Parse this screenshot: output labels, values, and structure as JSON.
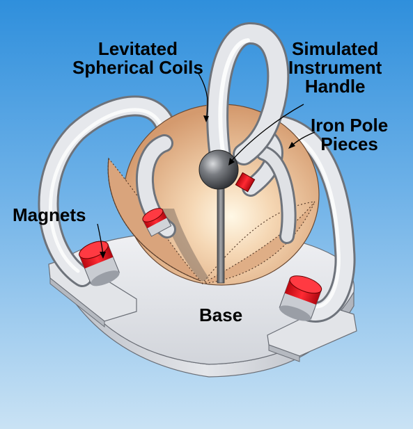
{
  "labels": {
    "coils": [
      "Levitated",
      "Spherical Coils"
    ],
    "handle": [
      "Simulated",
      "Instrument",
      "Handle"
    ],
    "pole": [
      "Iron Pole",
      "Pieces"
    ],
    "magnets": "Magnets",
    "base": "Base"
  },
  "colors": {
    "background_top": "#2f8fdc",
    "background_bottom": "#c9e2f4",
    "coil_copper": "#e8b48e",
    "iron_pole": "#e4e6ea",
    "magnet_red": "#e21420",
    "base_gray": "#e6e8ec",
    "handle_ball": "#6a6d72"
  }
}
